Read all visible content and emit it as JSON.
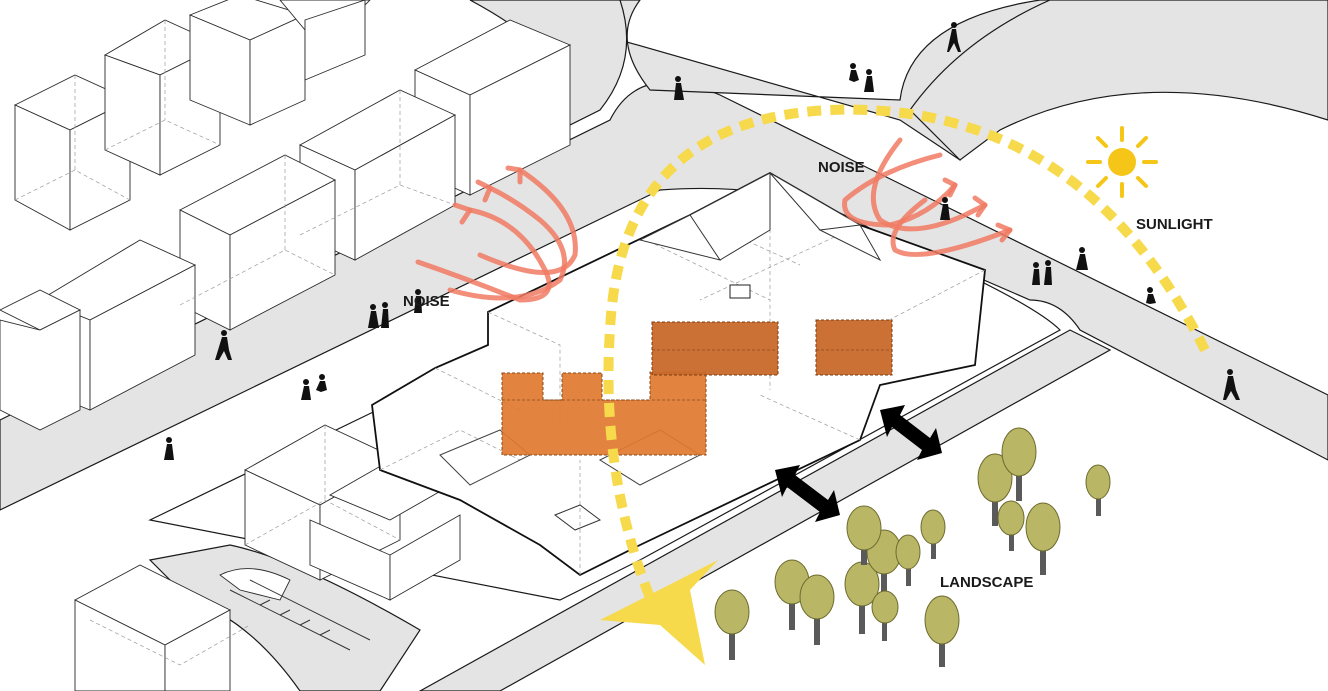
{
  "labels": {
    "noise_left": "NOISE",
    "noise_right": "NOISE",
    "sunlight": "SUNLIGHT",
    "landscape": "LANDSCAPE"
  },
  "colors": {
    "noise_arrows": "#f07a63",
    "sun_path": "#f7d94c",
    "sun": "#f5c518",
    "program_volumes": "#e07a2f",
    "trees": "#b9b765",
    "road": "#e4e4e4",
    "access_arrows": "#000000"
  },
  "icons": [
    "sun-icon",
    "noise-arrow-icon",
    "double-arrow-icon",
    "tree-icon",
    "pedestrian-icon"
  ]
}
